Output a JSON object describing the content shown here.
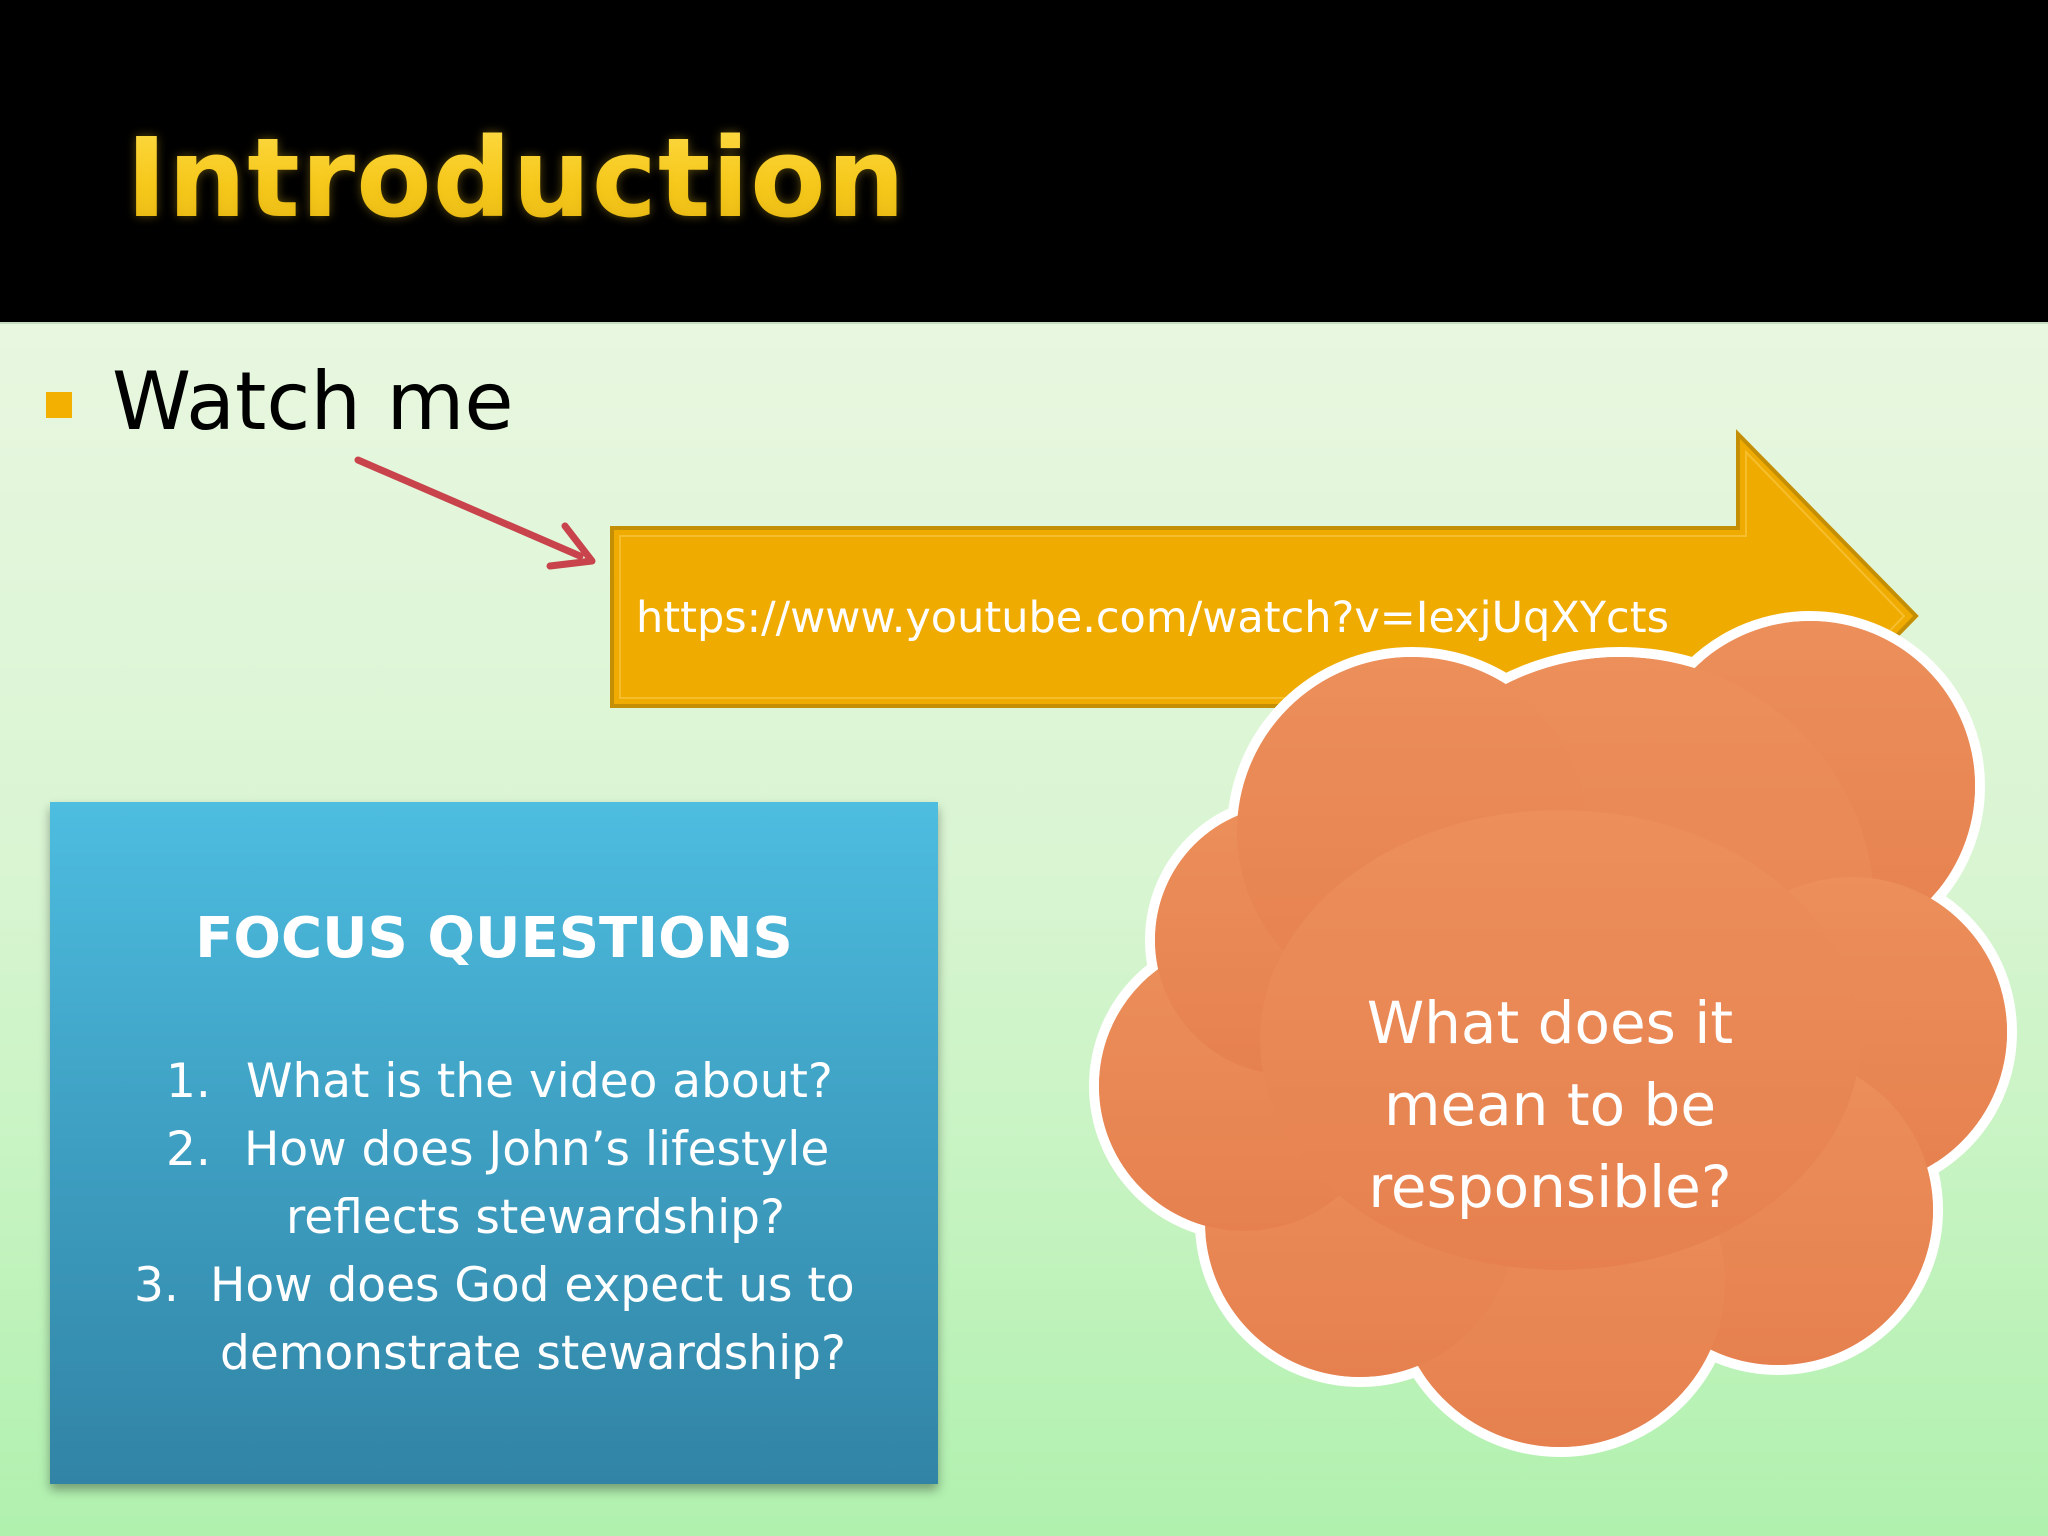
{
  "slide": {
    "title": "Introduction",
    "bullet": "Watch me",
    "url": "https://www.youtube.com/watch?v=IexjUqXYcts",
    "focus": {
      "title": "FOCUS QUESTIONS",
      "questions": [
        {
          "num": "1.",
          "line1": "What is the video about?",
          "line2": ""
        },
        {
          "num": "2.",
          "line1": "How does John’s lifestyle",
          "line2": "reflects stewardship?"
        },
        {
          "num": "3.",
          "line1": "How does God expect  us to",
          "line2": "demonstrate stewardship?"
        }
      ]
    },
    "cloud": {
      "line1": "What does it",
      "line2": "mean to be",
      "line3": "responsible?"
    }
  },
  "colors": {
    "title": "#f6cf1f",
    "bullet": "#f4b000",
    "arrow_fill": "#f0ab00",
    "arrow_stroke": "#c58f05",
    "pointer_arrow": "#c8434b",
    "focus_box": "#3e9fc2",
    "cloud_fill": "#e98a57"
  }
}
